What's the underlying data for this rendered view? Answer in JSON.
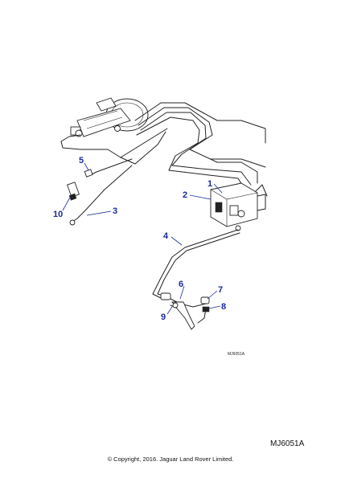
{
  "callouts": {
    "c1": "1",
    "c2": "2",
    "c3": "3",
    "c4": "4",
    "c5": "5",
    "c6": "6",
    "c7": "7",
    "c8": "8",
    "c9": "9",
    "c10": "10"
  },
  "diagram_ref_small": "MJ6051A",
  "diagram_ref": "MJ6051A",
  "copyright": "© Copyright, 2016. Jaguar Land Rover Limited."
}
